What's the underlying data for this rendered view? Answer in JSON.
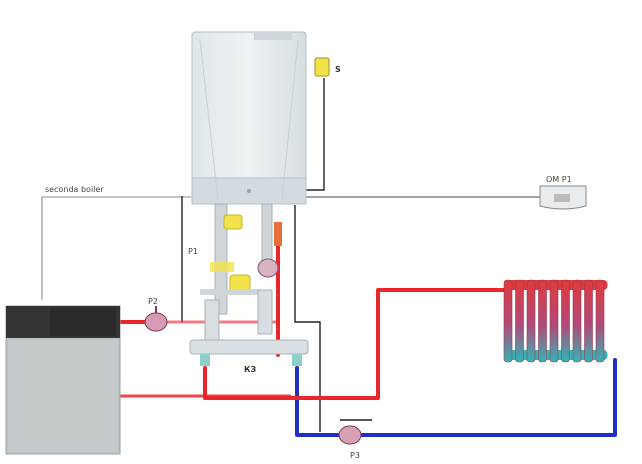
{
  "labels": {
    "second_boiler": "seconda boiler",
    "sensor": "S",
    "outdoor_probe": "ОМ Р1",
    "valve_left": "P2",
    "valve_mid": "P1",
    "manifold": "КЗ",
    "pump_bottom": "P3"
  },
  "colors": {
    "hot_pipe": "#e8262c",
    "cold_pipe": "#1f2fc4",
    "wire": "#222222",
    "boiler_body": "#e4eaee",
    "floor_boiler": "#b9bfc3",
    "valve_yellow": "#f2e34a",
    "radiator_red": "#e03a3a",
    "radiator_teal": "#33b5b5"
  },
  "radiator": {
    "sections": 9
  }
}
